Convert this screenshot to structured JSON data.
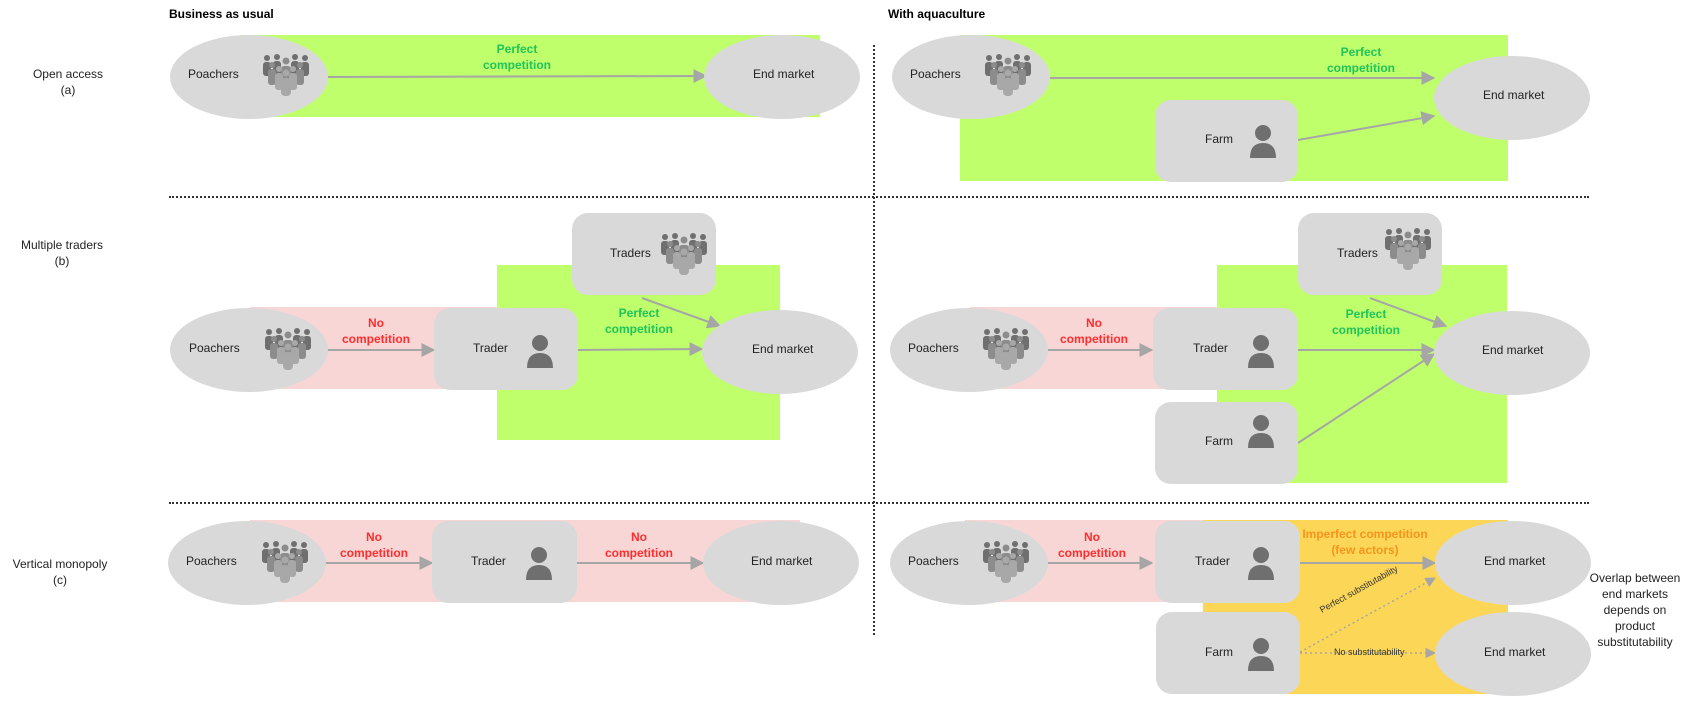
{
  "headers": {
    "bau": "Business as usual",
    "aqua": "With aquaculture"
  },
  "rows": {
    "a": {
      "line1": "Open access",
      "line2": "(a)"
    },
    "b": {
      "line1": "Multiple traders",
      "line2": "(b)"
    },
    "c": {
      "line1": "Vertical monopoly",
      "line2": "(c)"
    }
  },
  "nodes": {
    "poachers": "Poachers",
    "end_market": "End market",
    "farm": "Farm",
    "trader": "Trader",
    "traders": "Traders"
  },
  "competition": {
    "perfect_1": "Perfect",
    "perfect_2": "competition",
    "no_1": "No",
    "no_2": "competition",
    "imperfect_1": "Imperfect competition",
    "imperfect_2": "(few actors)"
  },
  "links": {
    "perfect_sub": "Perfect substitutability",
    "no_sub": "No substitutability"
  },
  "note": {
    "l1": "Overlap between",
    "l2": "end markets",
    "l3": "depends on",
    "l4": "product",
    "l5": "substitutability"
  },
  "icons": {
    "group": "people-group-icon",
    "single": "person-icon"
  },
  "colors": {
    "perfect_zone": "#bfff6b",
    "no_comp_zone": "#f9d6d6",
    "imperfect_zone": "#fcd757",
    "node": "#d9d9d9",
    "perfect_text": "#1fc45a",
    "no_comp_text": "#ff2d2d",
    "imperfect_text": "#f7941d"
  }
}
